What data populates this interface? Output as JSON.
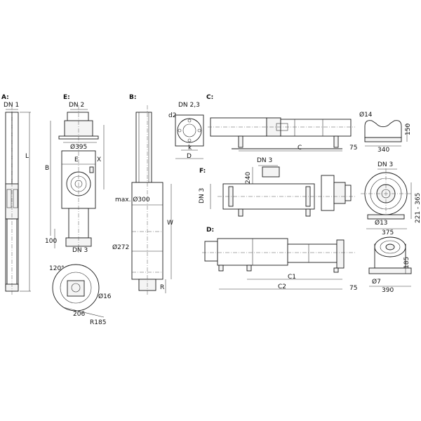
{
  "views": {
    "A": "A:",
    "E": "E:",
    "B": "B:",
    "C": "C:",
    "F": "F:",
    "D": "D:"
  },
  "labels": {
    "dn1": "DN 1",
    "l": "L",
    "dn2": "DN 2",
    "d395": "Ø395",
    "e": "E",
    "x": "X",
    "b": "B",
    "h100": "100",
    "dn3_e": "DN 3",
    "a120": "120°",
    "d16": "Ø16",
    "r206": "206",
    "r185": "R185",
    "d2": "d2",
    "dn23": "DN 2,3",
    "k": "k",
    "d": "D",
    "max300": "max. Ø300",
    "w": "W",
    "d272": "Ø272",
    "r": "R",
    "c": "C",
    "c75": "75",
    "d14": "Ø14",
    "h150": "150",
    "w340": "340",
    "dn3_f": "DN 3",
    "h240": "240",
    "dn3_fl": "DN 3",
    "dn3_fe": "DN 3",
    "h221": "221 - 365",
    "d13": "Ø13",
    "w375": "375",
    "c1": "C1",
    "c2": "C2",
    "d75": "75",
    "h185": "185",
    "d7": "Ø7",
    "w390": "390"
  }
}
